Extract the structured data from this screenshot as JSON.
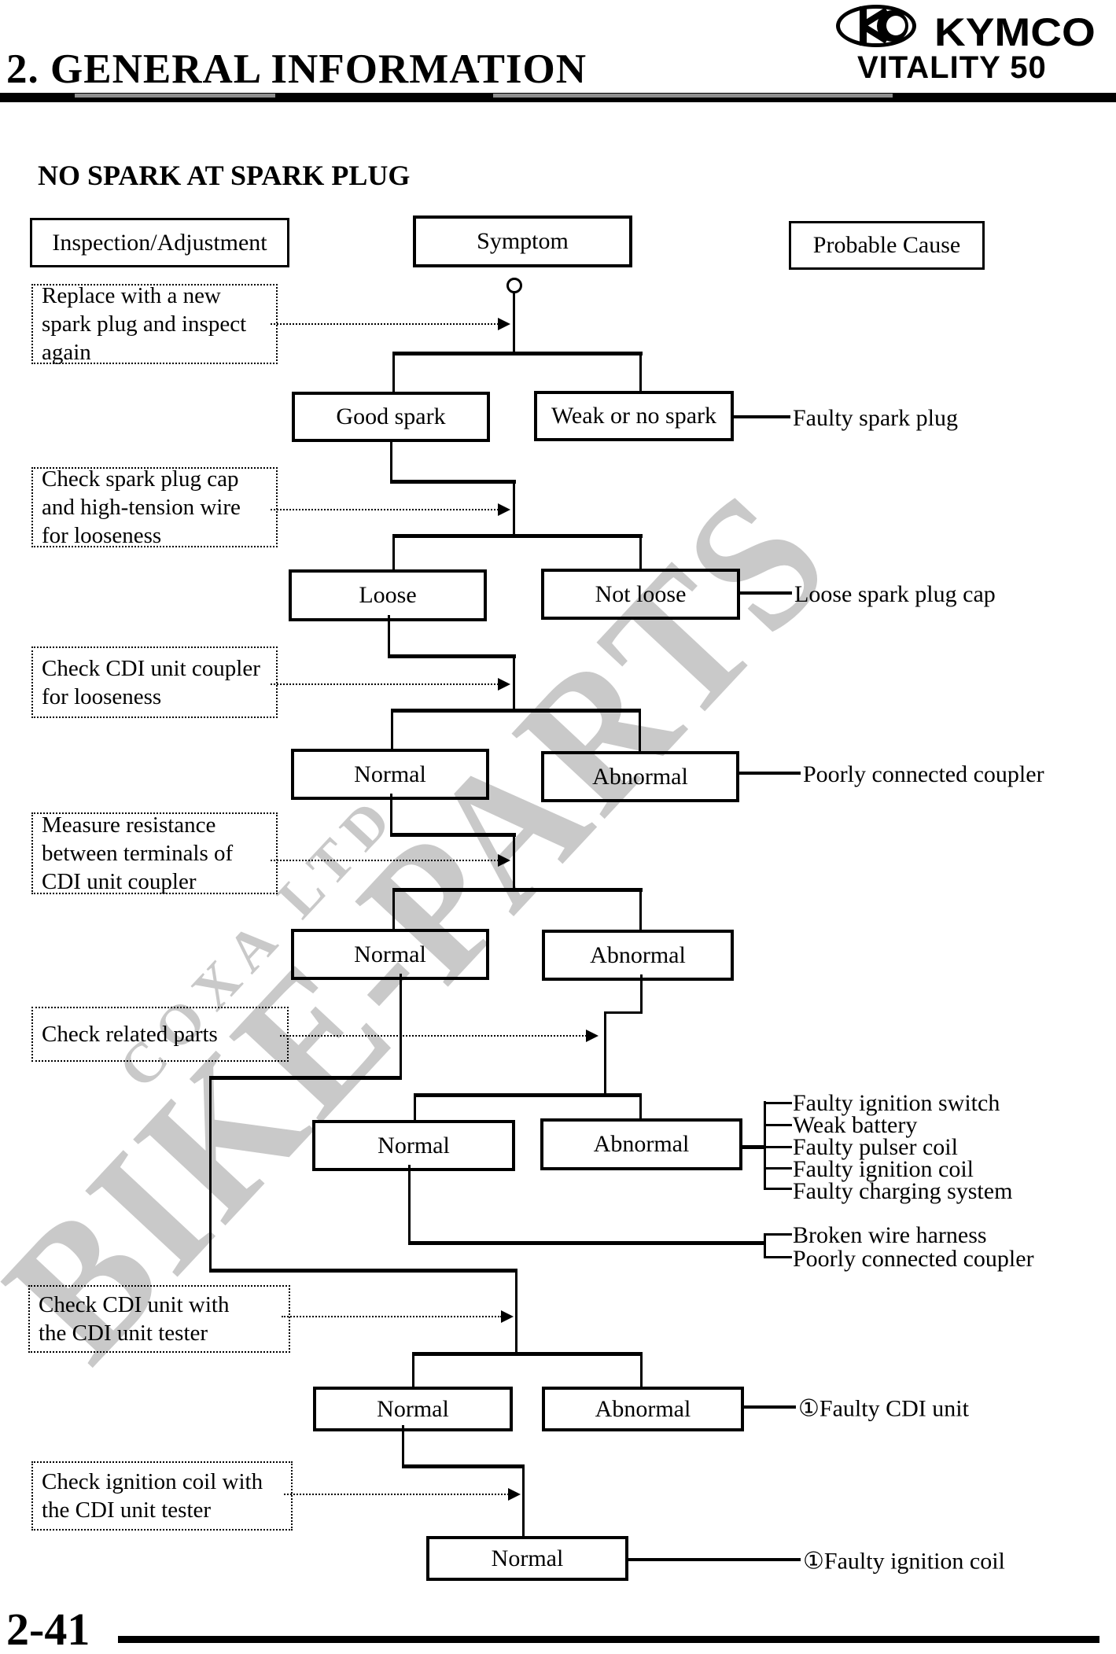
{
  "header": {
    "chapter": "2. GENERAL INFORMATION",
    "brand": "KYMCO",
    "model": "VITALITY 50"
  },
  "page": {
    "title": "NO SPARK AT SPARK PLUG",
    "number": "2-41"
  },
  "watermark": {
    "line1": "BIKE-PARTS",
    "line2": "COXA LTD"
  },
  "columns": {
    "inspection": "Inspection/Adjustment",
    "symptom": "Symptom",
    "cause": "Probable Cause"
  },
  "inspections": [
    {
      "lines": [
        "Replace with a new",
        "spark plug and inspect",
        "again"
      ]
    },
    {
      "lines": [
        "Check spark plug cap",
        "and high-tension wire",
        "for looseness"
      ]
    },
    {
      "lines": [
        "Check CDI unit coupler",
        "for looseness"
      ]
    },
    {
      "lines": [
        "Measure resistance",
        "between terminals of",
        "CDI unit coupler"
      ]
    },
    {
      "lines": [
        "Check related parts"
      ]
    },
    {
      "lines": [
        "Check CDI unit with",
        "the CDI unit tester"
      ]
    },
    {
      "lines": [
        "Check ignition coil with",
        "the CDI unit tester"
      ]
    }
  ],
  "flow": {
    "row1": {
      "left": "Good spark",
      "right": "Weak or no spark",
      "cause": "Faulty spark plug"
    },
    "row2": {
      "left": "Loose",
      "right": "Not loose",
      "cause": "Loose spark plug cap"
    },
    "row3": {
      "left": "Normal",
      "right": "Abnormal",
      "cause": "Poorly connected coupler"
    },
    "row4": {
      "left": "Normal",
      "right": "Abnormal"
    },
    "row5": {
      "left": "Normal",
      "right": "Abnormal",
      "abnormal_causes": [
        "Faulty ignition switch",
        "Weak battery",
        "Faulty pulser coil",
        "Faulty ignition coil",
        "Faulty charging system"
      ],
      "normal_causes": [
        "Broken wire harness",
        "Poorly connected coupler"
      ]
    },
    "row6": {
      "left": "Normal",
      "right": "Abnormal",
      "cause": "①Faulty CDI unit"
    },
    "row7": {
      "final": "Normal",
      "cause": "①Faulty ignition coil"
    }
  }
}
